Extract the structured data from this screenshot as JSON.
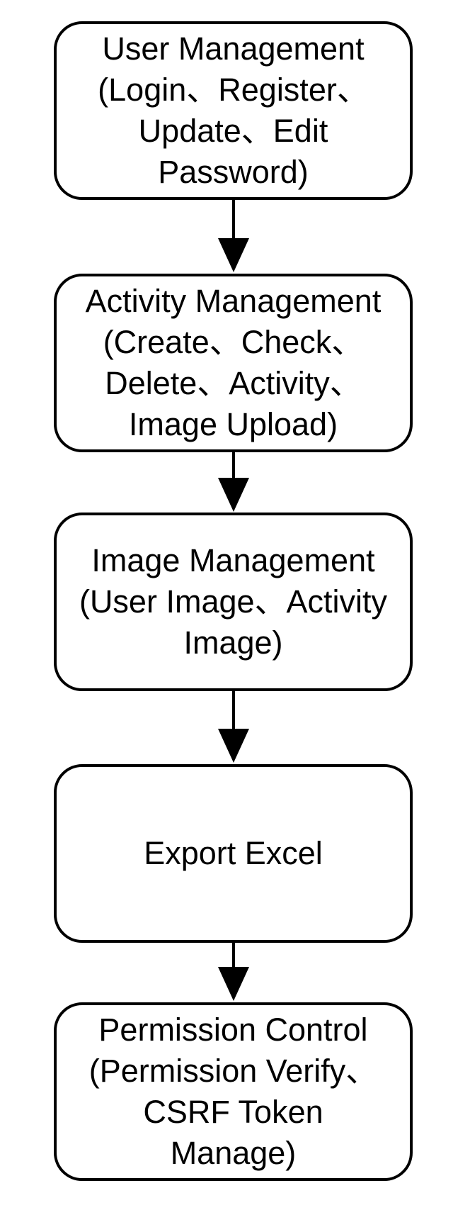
{
  "nodes": [
    {
      "text": "User Management\n(Login、Register、\nUpdate、Edit\nPassword)"
    },
    {
      "text": "Activity Management\n(Create、Check、\nDelete、Activity、\nImage Upload)"
    },
    {
      "text": "Image Management\n(User Image、Activity\nImage)"
    },
    {
      "text": "Export Excel"
    },
    {
      "text": "Permission Control\n(Permission Verify、\nCSRF Token\nManage)"
    }
  ],
  "colors": {
    "stroke": "#000000",
    "fill": "#ffffff",
    "text": "#000000"
  }
}
